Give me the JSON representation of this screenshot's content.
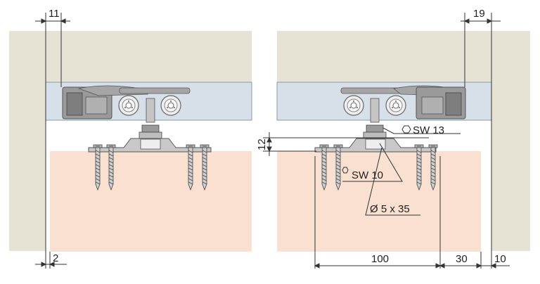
{
  "drawing": {
    "dimensions": {
      "left_top": "11",
      "left_bottom": "2",
      "right_top": "19",
      "right_bottom_a": "100",
      "right_bottom_b": "30",
      "right_bottom_c": "10",
      "gap_height": "12"
    },
    "callouts": {
      "nut_size": "SW 13",
      "bolt_size": "SW 10",
      "screw_size": "Ø 5 x 35"
    },
    "colors": {
      "ceiling": "#e6e3d4",
      "track": "#d7e0e8",
      "door_panel": "#f9e0d0",
      "dimension_line": "#333333",
      "hardware": "#9a9a9a",
      "hardware_dark": "#555555"
    }
  }
}
